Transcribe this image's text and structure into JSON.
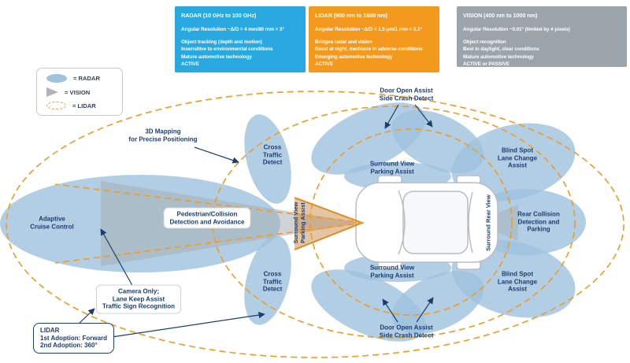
{
  "colors": {
    "radar": "#29A9DF",
    "lidar": "#F39A1E",
    "vision": "#9BA3AB",
    "navy": "#1B3E6F",
    "radar_zone": "#9FC2DD",
    "vision_zone": "#A8AEB5"
  },
  "info_boxes": {
    "radar": {
      "title": "RADAR (10 GHz to 100 GHz)",
      "resolution": "Angular Resolution ~Δ/D = 4 mm/80 mm = 3°",
      "lines": [
        "Object tracking (depth and motion)",
        "Insensitive to environmental conditions",
        "Mature automotive technology",
        "ACTIVE"
      ]
    },
    "lidar": {
      "title": "LIDAR (900 nm to 1600 nm)",
      "resolution": "Angular Resolution ~Δ/D = 1.5 μm/1 mm = 0.1°",
      "lines": [
        "Bridges radar and vision",
        "Good at night, mediocre in adverse conditions",
        "Emerging automotive technology",
        "ACTIVE"
      ]
    },
    "vision": {
      "title": "VISION (400 nm to 1000 nm)",
      "resolution": "Angular Resolution ~0.01° (limited by # pixels)",
      "lines": [
        "Object recognition",
        "Best in daylight, clear conditions",
        "Mature automotive technology",
        "ACTIVE or PASSIVE"
      ]
    }
  },
  "legend": {
    "items": [
      {
        "label": "= RADAR"
      },
      {
        "label": "= VISION"
      },
      {
        "label": "= LIDAR"
      }
    ]
  },
  "zones": {
    "mapping_3d": "3D Mapping\nfor Precise Positioning",
    "cross_traffic_top": "Cross\nTraffic\nDetect",
    "cross_traffic_bottom": "Cross\nTraffic\nDetect",
    "door_open_top": "Door Open Assist\nSide Crash Detect",
    "door_open_bottom": "Door Open Assist\nSide Crash Detect",
    "surround_view_top": "Surround View\nParking Assist",
    "surround_view_bottom": "Surround View\nParking Assist",
    "surround_view_front": "Surround View\nParking Assist",
    "surround_rear": "Surround Rear View",
    "blind_spot_top": "Blind Spot\nLane Change\nAssist",
    "blind_spot_bottom": "Blind Spot\nLane Change\nAssist",
    "rear_collision": "Rear Collision\nDetection and\nParking",
    "adaptive_cruise": "Adaptive\nCruise Control",
    "pedestrian_collision": "Pedestrian/Collision\nDetection and Avoidance",
    "camera_only": "Camera Only;\nLane Keep Assist\nTraffic Sign Recognition",
    "lidar_adoption": "LIDAR\n1st Adoption: Forward\n2nd Adoption: 360°"
  }
}
